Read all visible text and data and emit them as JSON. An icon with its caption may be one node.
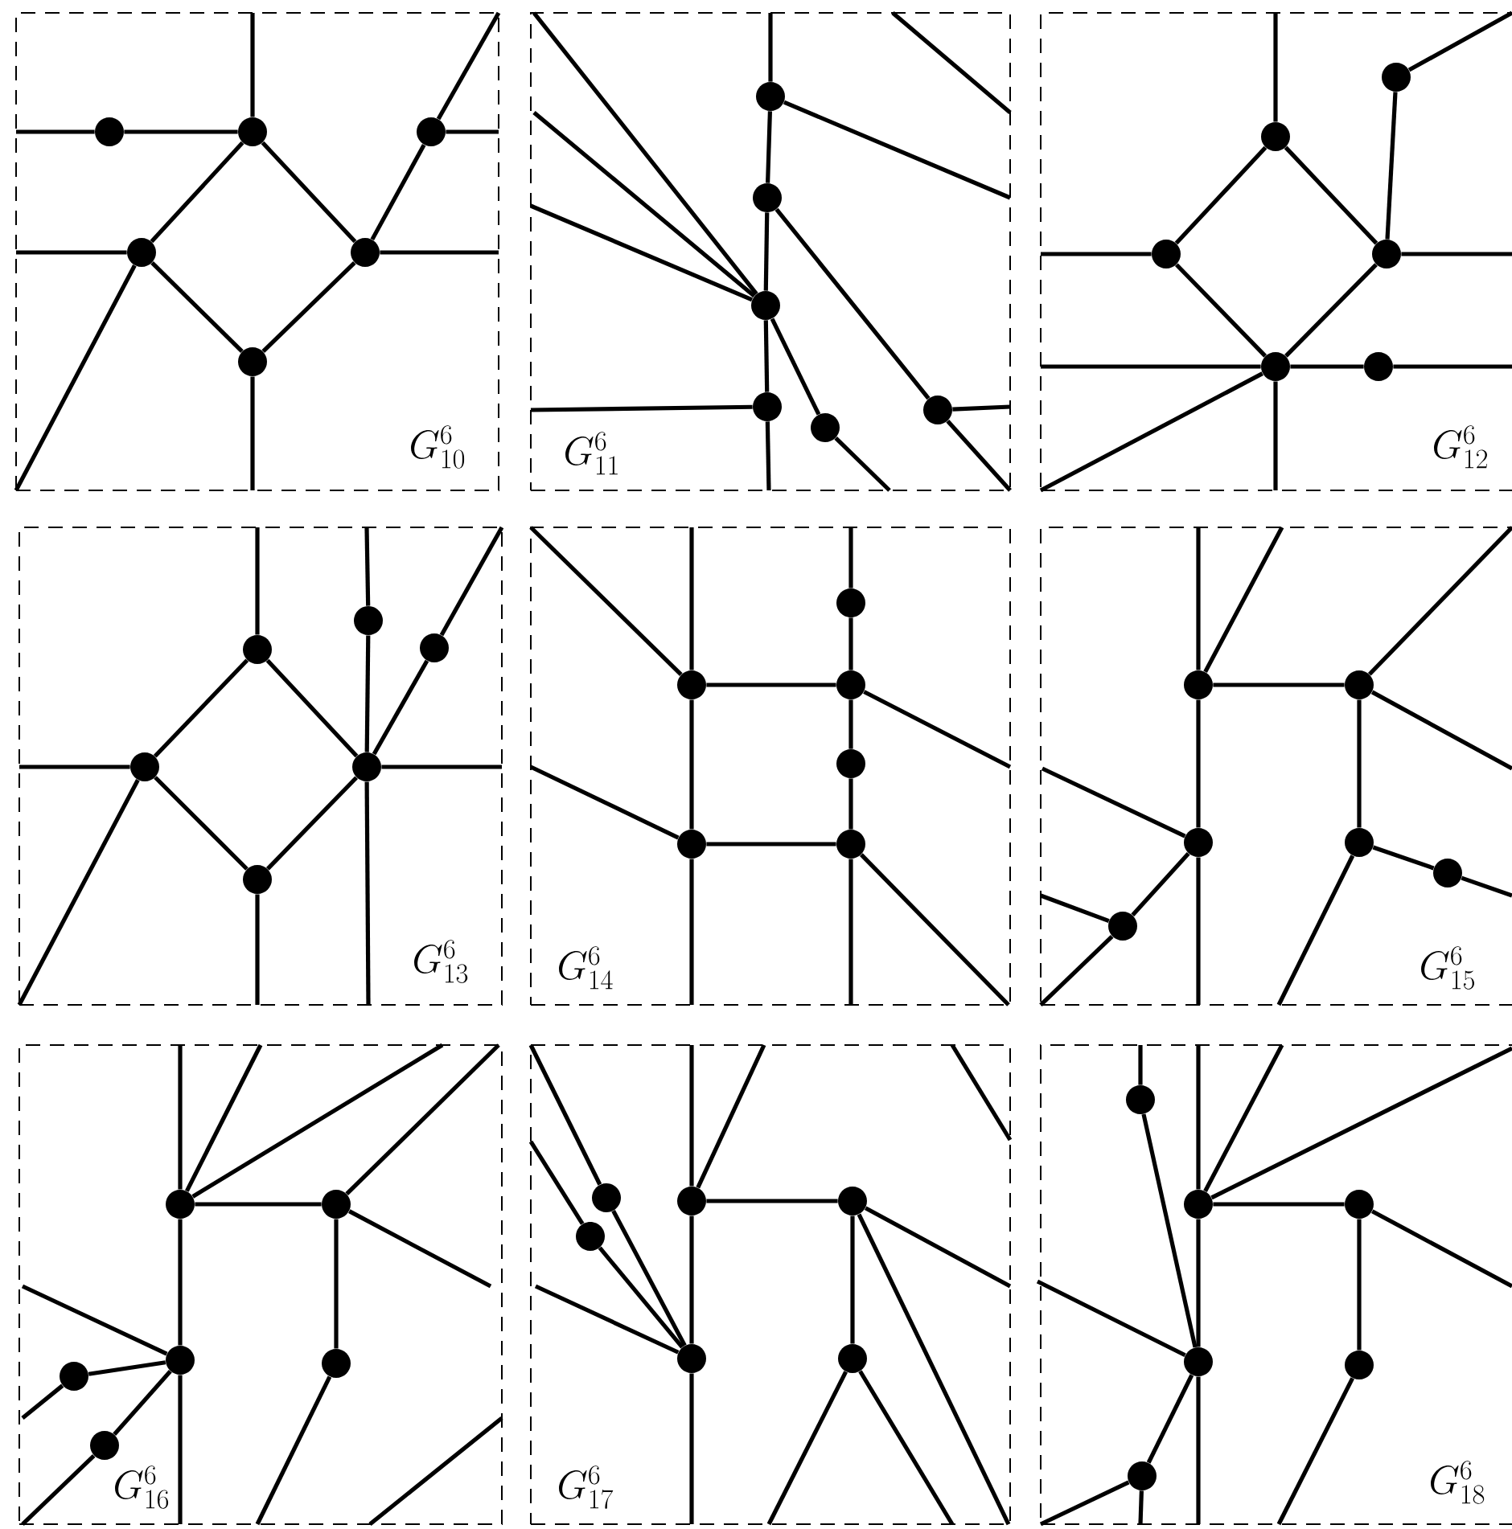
{
  "diagram": {
    "nodes": [
      {
        "text": [
          "G^{6}_{10}"
        ]
      },
      {
        "text": [],
        "shape": "circle",
        "in": 0
      },
      {
        "text": [],
        "shape": "circle",
        "in": 0
      },
      {
        "text": [],
        "shape": "circle",
        "in": 0
      },
      {
        "text": [],
        "shape": "circle",
        "in": 0
      },
      {
        "text": [],
        "shape": "circle",
        "in": 0
      },
      {
        "text": [],
        "shape": "circle",
        "in": 0
      },
      {
        "text": [
          "G^{6}_{11}"
        ]
      },
      {
        "text": [],
        "shape": "circle",
        "in": 7
      },
      {
        "text": [],
        "shape": "circle",
        "in": 7
      },
      {
        "text": [],
        "shape": "circle",
        "in": 7
      },
      {
        "text": [],
        "shape": "circle",
        "in": 7
      },
      {
        "text": [],
        "shape": "circle",
        "in": 7
      },
      {
        "text": [],
        "shape": "circle",
        "in": 7
      },
      {
        "text": [
          "G^{6}_{12}"
        ]
      },
      {
        "text": [],
        "shape": "circle",
        "in": 14
      },
      {
        "text": [],
        "shape": "circle",
        "in": 14
      },
      {
        "text": [],
        "shape": "circle",
        "in": 14
      },
      {
        "text": [],
        "shape": "circle",
        "in": 14
      },
      {
        "text": [],
        "shape": "circle",
        "in": 14
      },
      {
        "text": [],
        "shape": "circle",
        "in": 14
      },
      {
        "text": [
          "G^{6}_{13}"
        ]
      },
      {
        "text": [],
        "shape": "circle",
        "in": 21
      },
      {
        "text": [],
        "shape": "circle",
        "in": 21
      },
      {
        "text": [],
        "shape": "circle",
        "in": 21
      },
      {
        "text": [],
        "shape": "circle",
        "in": 21
      },
      {
        "text": [],
        "shape": "circle",
        "in": 21
      },
      {
        "text": [],
        "shape": "circle",
        "in": 21
      },
      {
        "text": [
          "G^{6}_{14}"
        ]
      },
      {
        "text": [],
        "shape": "circle",
        "in": 28
      },
      {
        "text": [],
        "shape": "circle",
        "in": 28
      },
      {
        "text": [],
        "shape": "circle",
        "in": 28
      },
      {
        "text": [],
        "shape": "circle",
        "in": 28
      },
      {
        "text": [],
        "shape": "circle",
        "in": 28
      },
      {
        "text": [],
        "shape": "circle",
        "in": 28
      },
      {
        "text": [
          "G^{6}_{15}"
        ]
      },
      {
        "text": [],
        "shape": "circle",
        "in": 35
      },
      {
        "text": [],
        "shape": "circle",
        "in": 35
      },
      {
        "text": [],
        "shape": "circle",
        "in": 35
      },
      {
        "text": [],
        "shape": "circle",
        "in": 35
      },
      {
        "text": [],
        "shape": "circle",
        "in": 35
      },
      {
        "text": [],
        "shape": "circle",
        "in": 35
      },
      {
        "text": [
          "G^{6}_{16}"
        ]
      },
      {
        "text": [],
        "shape": "circle",
        "in": 42
      },
      {
        "text": [],
        "shape": "circle",
        "in": 42
      },
      {
        "text": [],
        "shape": "circle",
        "in": 42
      },
      {
        "text": [],
        "shape": "circle",
        "in": 42
      },
      {
        "text": [],
        "shape": "circle",
        "in": 42
      },
      {
        "text": [],
        "shape": "circle",
        "in": 42
      },
      {
        "text": [
          "G^{6}_{17}"
        ]
      },
      {
        "text": [],
        "shape": "circle",
        "in": 49
      },
      {
        "text": [],
        "shape": "circle",
        "in": 49
      },
      {
        "text": [],
        "shape": "circle",
        "in": 49
      },
      {
        "text": [],
        "shape": "circle",
        "in": 49
      },
      {
        "text": [],
        "shape": "circle",
        "in": 49
      },
      {
        "text": [],
        "shape": "circle",
        "in": 49
      },
      {
        "text": [
          "G^{6}_{18}"
        ]
      },
      {
        "text": [],
        "shape": "circle",
        "in": 56
      },
      {
        "text": [],
        "shape": "circle",
        "in": 56
      },
      {
        "text": [],
        "shape": "circle",
        "in": 56
      },
      {
        "text": [],
        "shape": "circle",
        "in": 56
      },
      {
        "text": [],
        "shape": "circle",
        "in": 56
      },
      {
        "text": [],
        "shape": "circle",
        "in": 56
      }
    ],
    "edges": [
      {
        "from": 1,
        "to": 2,
        "arrow": "none"
      },
      {
        "from": 2,
        "to": 4,
        "arrow": "none"
      },
      {
        "from": 2,
        "to": 5,
        "arrow": "none"
      },
      {
        "from": 4,
        "to": 6,
        "arrow": "none"
      },
      {
        "from": 5,
        "to": 6,
        "arrow": "none"
      },
      {
        "from": 5,
        "to": 3,
        "arrow": "none"
      },
      {
        "from": 1,
        "to": null,
        "arrow": "none"
      },
      {
        "from": 2,
        "to": null,
        "arrow": "none"
      },
      {
        "from": 3,
        "to": null,
        "arrow": "none"
      },
      {
        "from": 3,
        "to": null,
        "arrow": "none"
      },
      {
        "from": 4,
        "to": null,
        "arrow": "none"
      },
      {
        "from": 4,
        "to": null,
        "arrow": "none"
      },
      {
        "from": 5,
        "to": null,
        "arrow": "none"
      },
      {
        "from": 6,
        "to": null,
        "arrow": "none"
      },
      {
        "from": 8,
        "to": 9,
        "arrow": "none"
      },
      {
        "from": 9,
        "to": 10,
        "arrow": "none"
      },
      {
        "from": 10,
        "to": 11,
        "arrow": "none"
      },
      {
        "from": 10,
        "to": 12,
        "arrow": "none"
      },
      {
        "from": 9,
        "to": 13,
        "arrow": "none"
      },
      {
        "from": 8,
        "to": null,
        "arrow": "none"
      },
      {
        "from": 8,
        "to": null,
        "arrow": "none"
      },
      {
        "from": 11,
        "to": null,
        "arrow": "none"
      },
      {
        "from": 13,
        "to": null,
        "arrow": "none"
      },
      {
        "from": 13,
        "to": null,
        "arrow": "none"
      },
      {
        "from": 10,
        "to": null,
        "arrow": "none"
      },
      {
        "from": 10,
        "to": null,
        "arrow": "none"
      },
      {
        "from": 10,
        "to": null,
        "arrow": "none"
      },
      {
        "from": 12,
        "to": null,
        "arrow": "none"
      },
      {
        "from": 11,
        "to": null,
        "arrow": "none"
      },
      {
        "from": 15,
        "to": 16,
        "arrow": "none"
      },
      {
        "from": 15,
        "to": 17,
        "arrow": "none"
      },
      {
        "from": 16,
        "to": 18,
        "arrow": "none"
      },
      {
        "from": 17,
        "to": 18,
        "arrow": "none"
      },
      {
        "from": 17,
        "to": 19,
        "arrow": "none"
      },
      {
        "from": 18,
        "to": 20,
        "arrow": "none"
      },
      {
        "from": 15,
        "to": null,
        "arrow": "none"
      },
      {
        "from": 19,
        "to": null,
        "arrow": "none"
      },
      {
        "from": 16,
        "to": null,
        "arrow": "none"
      },
      {
        "from": 17,
        "to": null,
        "arrow": "none"
      },
      {
        "from": 18,
        "to": null,
        "arrow": "none"
      },
      {
        "from": 20,
        "to": null,
        "arrow": "none"
      },
      {
        "from": 18,
        "to": null,
        "arrow": "none"
      },
      {
        "from": 18,
        "to": null,
        "arrow": "none"
      },
      {
        "from": 22,
        "to": 23,
        "arrow": "none"
      },
      {
        "from": 22,
        "to": 24,
        "arrow": "none"
      },
      {
        "from": 23,
        "to": 25,
        "arrow": "none"
      },
      {
        "from": 24,
        "to": 25,
        "arrow": "none"
      },
      {
        "from": 24,
        "to": 26,
        "arrow": "none"
      },
      {
        "from": 24,
        "to": 27,
        "arrow": "none"
      },
      {
        "from": 22,
        "to": null,
        "arrow": "none"
      },
      {
        "from": 25,
        "to": null,
        "arrow": "none"
      },
      {
        "from": 23,
        "to": null,
        "arrow": "none"
      },
      {
        "from": 23,
        "to": null,
        "arrow": "none"
      },
      {
        "from": 24,
        "to": null,
        "arrow": "none"
      },
      {
        "from": 26,
        "to": null,
        "arrow": "none"
      },
      {
        "from": 27,
        "to": null,
        "arrow": "none"
      },
      {
        "from": 24,
        "to": null,
        "arrow": "none"
      },
      {
        "from": 29,
        "to": 30,
        "arrow": "none"
      },
      {
        "from": 29,
        "to": 32,
        "arrow": "none"
      },
      {
        "from": 30,
        "to": 34,
        "arrow": "none"
      },
      {
        "from": 31,
        "to": 32,
        "arrow": "none"
      },
      {
        "from": 32,
        "to": 33,
        "arrow": "none"
      },
      {
        "from": 33,
        "to": 34,
        "arrow": "none"
      },
      {
        "from": 29,
        "to": null,
        "arrow": "none"
      },
      {
        "from": 30,
        "to": null,
        "arrow": "none"
      },
      {
        "from": 29,
        "to": null,
        "arrow": "none"
      },
      {
        "from": 30,
        "to": null,
        "arrow": "none"
      },
      {
        "from": 31,
        "to": null,
        "arrow": "none"
      },
      {
        "from": 34,
        "to": null,
        "arrow": "none"
      },
      {
        "from": 32,
        "to": null,
        "arrow": "none"
      },
      {
        "from": 34,
        "to": null,
        "arrow": "none"
      },
      {
        "from": 36,
        "to": 38,
        "arrow": "none"
      },
      {
        "from": 36,
        "to": 37,
        "arrow": "none"
      },
      {
        "from": 37,
        "to": 39,
        "arrow": "none"
      },
      {
        "from": 38,
        "to": 40,
        "arrow": "none"
      },
      {
        "from": 39,
        "to": 41,
        "arrow": "none"
      },
      {
        "from": 36,
        "to": null,
        "arrow": "none"
      },
      {
        "from": 38,
        "to": null,
        "arrow": "none"
      },
      {
        "from": 36,
        "to": null,
        "arrow": "none"
      },
      {
        "from": 37,
        "to": null,
        "arrow": "none"
      },
      {
        "from": 37,
        "to": null,
        "arrow": "none"
      },
      {
        "from": 38,
        "to": null,
        "arrow": "none"
      },
      {
        "from": 40,
        "to": null,
        "arrow": "none"
      },
      {
        "from": 40,
        "to": null,
        "arrow": "none"
      },
      {
        "from": 41,
        "to": null,
        "arrow": "none"
      },
      {
        "from": 39,
        "to": null,
        "arrow": "none"
      },
      {
        "from": 43,
        "to": 44,
        "arrow": "none"
      },
      {
        "from": 43,
        "to": 45,
        "arrow": "none"
      },
      {
        "from": 44,
        "to": 46,
        "arrow": "none"
      },
      {
        "from": 45,
        "to": 47,
        "arrow": "none"
      },
      {
        "from": 45,
        "to": 48,
        "arrow": "none"
      },
      {
        "from": 43,
        "to": null,
        "arrow": "none"
      },
      {
        "from": 43,
        "to": null,
        "arrow": "none"
      },
      {
        "from": 43,
        "to": null,
        "arrow": "none"
      },
      {
        "from": 44,
        "to": null,
        "arrow": "none"
      },
      {
        "from": 44,
        "to": null,
        "arrow": "none"
      },
      {
        "from": 46,
        "to": null,
        "arrow": "none"
      },
      {
        "from": 45,
        "to": null,
        "arrow": "none"
      },
      {
        "from": 45,
        "to": null,
        "arrow": "none"
      },
      {
        "from": 47,
        "to": null,
        "arrow": "none"
      },
      {
        "from": 48,
        "to": null,
        "arrow": "none"
      },
      {
        "from": 50,
        "to": 51,
        "arrow": "none"
      },
      {
        "from": 50,
        "to": 52,
        "arrow": "none"
      },
      {
        "from": 51,
        "to": 53,
        "arrow": "none"
      },
      {
        "from": 52,
        "to": 54,
        "arrow": "none"
      },
      {
        "from": 52,
        "to": 55,
        "arrow": "none"
      },
      {
        "from": 50,
        "to": null,
        "arrow": "none"
      },
      {
        "from": 50,
        "to": null,
        "arrow": "none"
      },
      {
        "from": 52,
        "to": null,
        "arrow": "none"
      },
      {
        "from": 51,
        "to": null,
        "arrow": "none"
      },
      {
        "from": 53,
        "to": null,
        "arrow": "none"
      },
      {
        "from": 53,
        "to": null,
        "arrow": "none"
      },
      {
        "from": 51,
        "to": null,
        "arrow": "none"
      },
      {
        "from": 54,
        "to": null,
        "arrow": "none"
      },
      {
        "from": 55,
        "to": null,
        "arrow": "none"
      },
      {
        "from": 52,
        "to": null,
        "arrow": "none"
      },
      {
        "from": 57,
        "to": 58,
        "arrow": "none"
      },
      {
        "from": 57,
        "to": 59,
        "arrow": "none"
      },
      {
        "from": 58,
        "to": 60,
        "arrow": "none"
      },
      {
        "from": 59,
        "to": 61,
        "arrow": "none"
      },
      {
        "from": 59,
        "to": 62,
        "arrow": "none"
      },
      {
        "from": 57,
        "to": null,
        "arrow": "none"
      },
      {
        "from": 57,
        "to": null,
        "arrow": "none"
      },
      {
        "from": 57,
        "to": null,
        "arrow": "none"
      },
      {
        "from": 58,
        "to": null,
        "arrow": "none"
      },
      {
        "from": 60,
        "to": null,
        "arrow": "none"
      },
      {
        "from": 61,
        "to": null,
        "arrow": "none"
      },
      {
        "from": 59,
        "to": null,
        "arrow": "none"
      },
      {
        "from": 59,
        "to": null,
        "arrow": "none"
      },
      {
        "from": 62,
        "to": null,
        "arrow": "none"
      },
      {
        "from": 62,
        "to": null,
        "arrow": "none"
      }
    ]
  }
}
